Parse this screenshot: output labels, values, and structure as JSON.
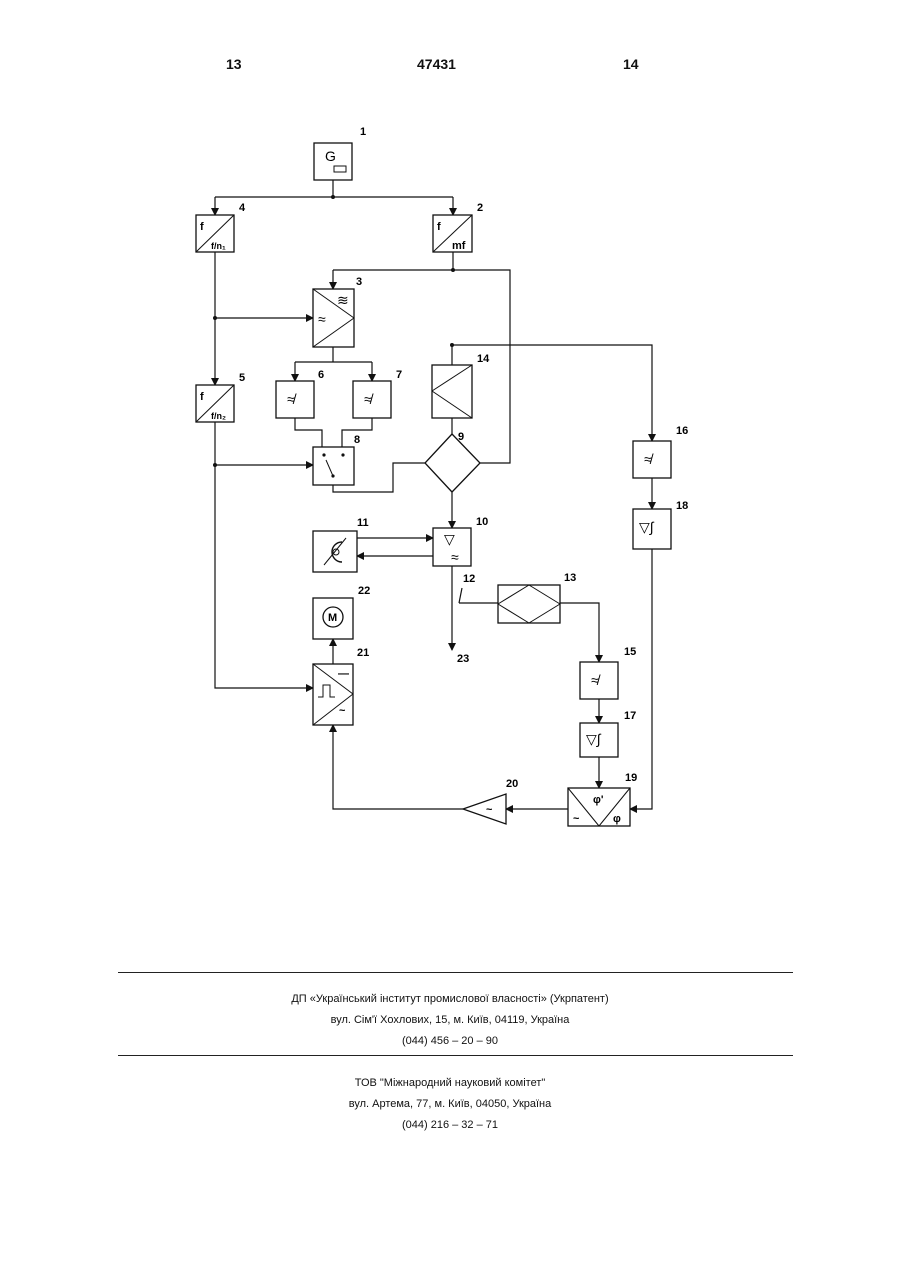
{
  "header": {
    "page_left": "13",
    "patent_number": "47431",
    "page_right": "14"
  },
  "diagram": {
    "blocks": [
      {
        "id": "1",
        "glyph": "G"
      },
      {
        "id": "2",
        "top": "f",
        "bottom": "mf"
      },
      {
        "id": "3",
        "top": "≋",
        "bottom": "≈"
      },
      {
        "id": "4",
        "top": "f",
        "bottom": "f/n₁"
      },
      {
        "id": "5",
        "top": "f",
        "bottom": "f/n₂"
      },
      {
        "id": "6",
        "glyph": "≉"
      },
      {
        "id": "7",
        "glyph": "≉"
      },
      {
        "id": "8"
      },
      {
        "id": "9"
      },
      {
        "id": "10",
        "top": "▽",
        "bottom": "≈"
      },
      {
        "id": "11"
      },
      {
        "id": "12"
      },
      {
        "id": "13"
      },
      {
        "id": "14"
      },
      {
        "id": "15",
        "glyph": "≉"
      },
      {
        "id": "16",
        "glyph": "≉"
      },
      {
        "id": "17",
        "glyph": "▽∫"
      },
      {
        "id": "18",
        "glyph": "▽∫"
      },
      {
        "id": "19",
        "top": "φ'",
        "left": "~",
        "right": "φ"
      },
      {
        "id": "20",
        "glyph": "~"
      },
      {
        "id": "21",
        "glyph": "⎍",
        "top": "—",
        "bottom": "~"
      },
      {
        "id": "22",
        "glyph": "M"
      },
      {
        "id": "23"
      }
    ]
  },
  "footer": {
    "org1": {
      "name": "ДП «Український інститут промислової власності» (Укрпатент)",
      "address": "вул. Сім'ї Хохлових, 15, м. Київ, 04119, Україна",
      "phone": "(044) 456 – 20 – 90"
    },
    "org2": {
      "name": "ТОВ \"Міжнародний науковий комітет\"",
      "address": "вул. Артема, 77, м. Київ, 04050, Україна",
      "phone": "(044) 216 – 32 – 71"
    }
  }
}
